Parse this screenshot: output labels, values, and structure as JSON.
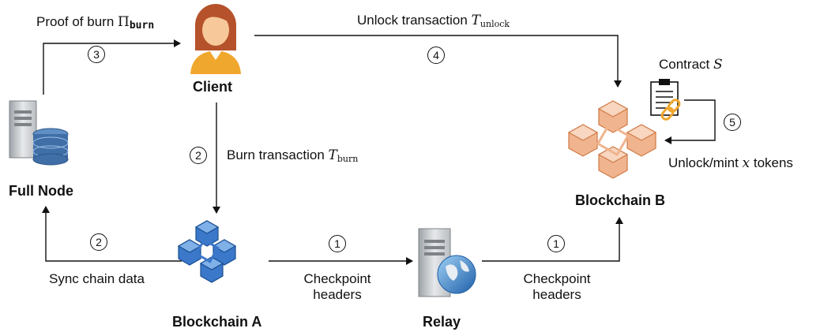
{
  "nodes": {
    "full_node": "Full Node",
    "client": "Client",
    "blockchain_a": "Blockchain A",
    "relay": "Relay",
    "blockchain_b": "Blockchain B"
  },
  "edges": {
    "proof_of_burn": {
      "text": "Proof of burn ",
      "symbol": "Π",
      "subscript": "burn",
      "step": "3"
    },
    "unlock_tx": {
      "text": "Unlock transaction ",
      "symbol": "T",
      "subscript": "unlock",
      "step": "4"
    },
    "burn_tx": {
      "text": "Burn transaction ",
      "symbol": "T",
      "subscript": "burn",
      "step": "2"
    },
    "sync": {
      "text": "Sync chain data",
      "step": "2"
    },
    "checkpoint_a": {
      "line1": "Checkpoint",
      "line2": "headers",
      "step": "1"
    },
    "checkpoint_b": {
      "line1": "Checkpoint",
      "line2": "headers",
      "step": "1"
    },
    "contract": {
      "text": "Contract ",
      "symbol": "S"
    },
    "mint": {
      "text_before": "Unlock/mint ",
      "symbol": "x",
      "text_after": " tokens",
      "step": "5"
    }
  },
  "colors": {
    "blockchain_a": "#2f6fbf",
    "blockchain_b": "#e59a6c",
    "client_hair": "#b5522b",
    "client_body": "#f0a72e",
    "server": "#cfd2d6",
    "database": "#3f6fa6"
  },
  "icons": {
    "full_node": "server-database-icon",
    "client": "person-icon",
    "blockchain_a": "blockchain-cubes-icon",
    "relay": "server-globe-icon",
    "contract": "contract-clipboard-icon",
    "blockchain_b": "blockchain-cubes-icon"
  }
}
